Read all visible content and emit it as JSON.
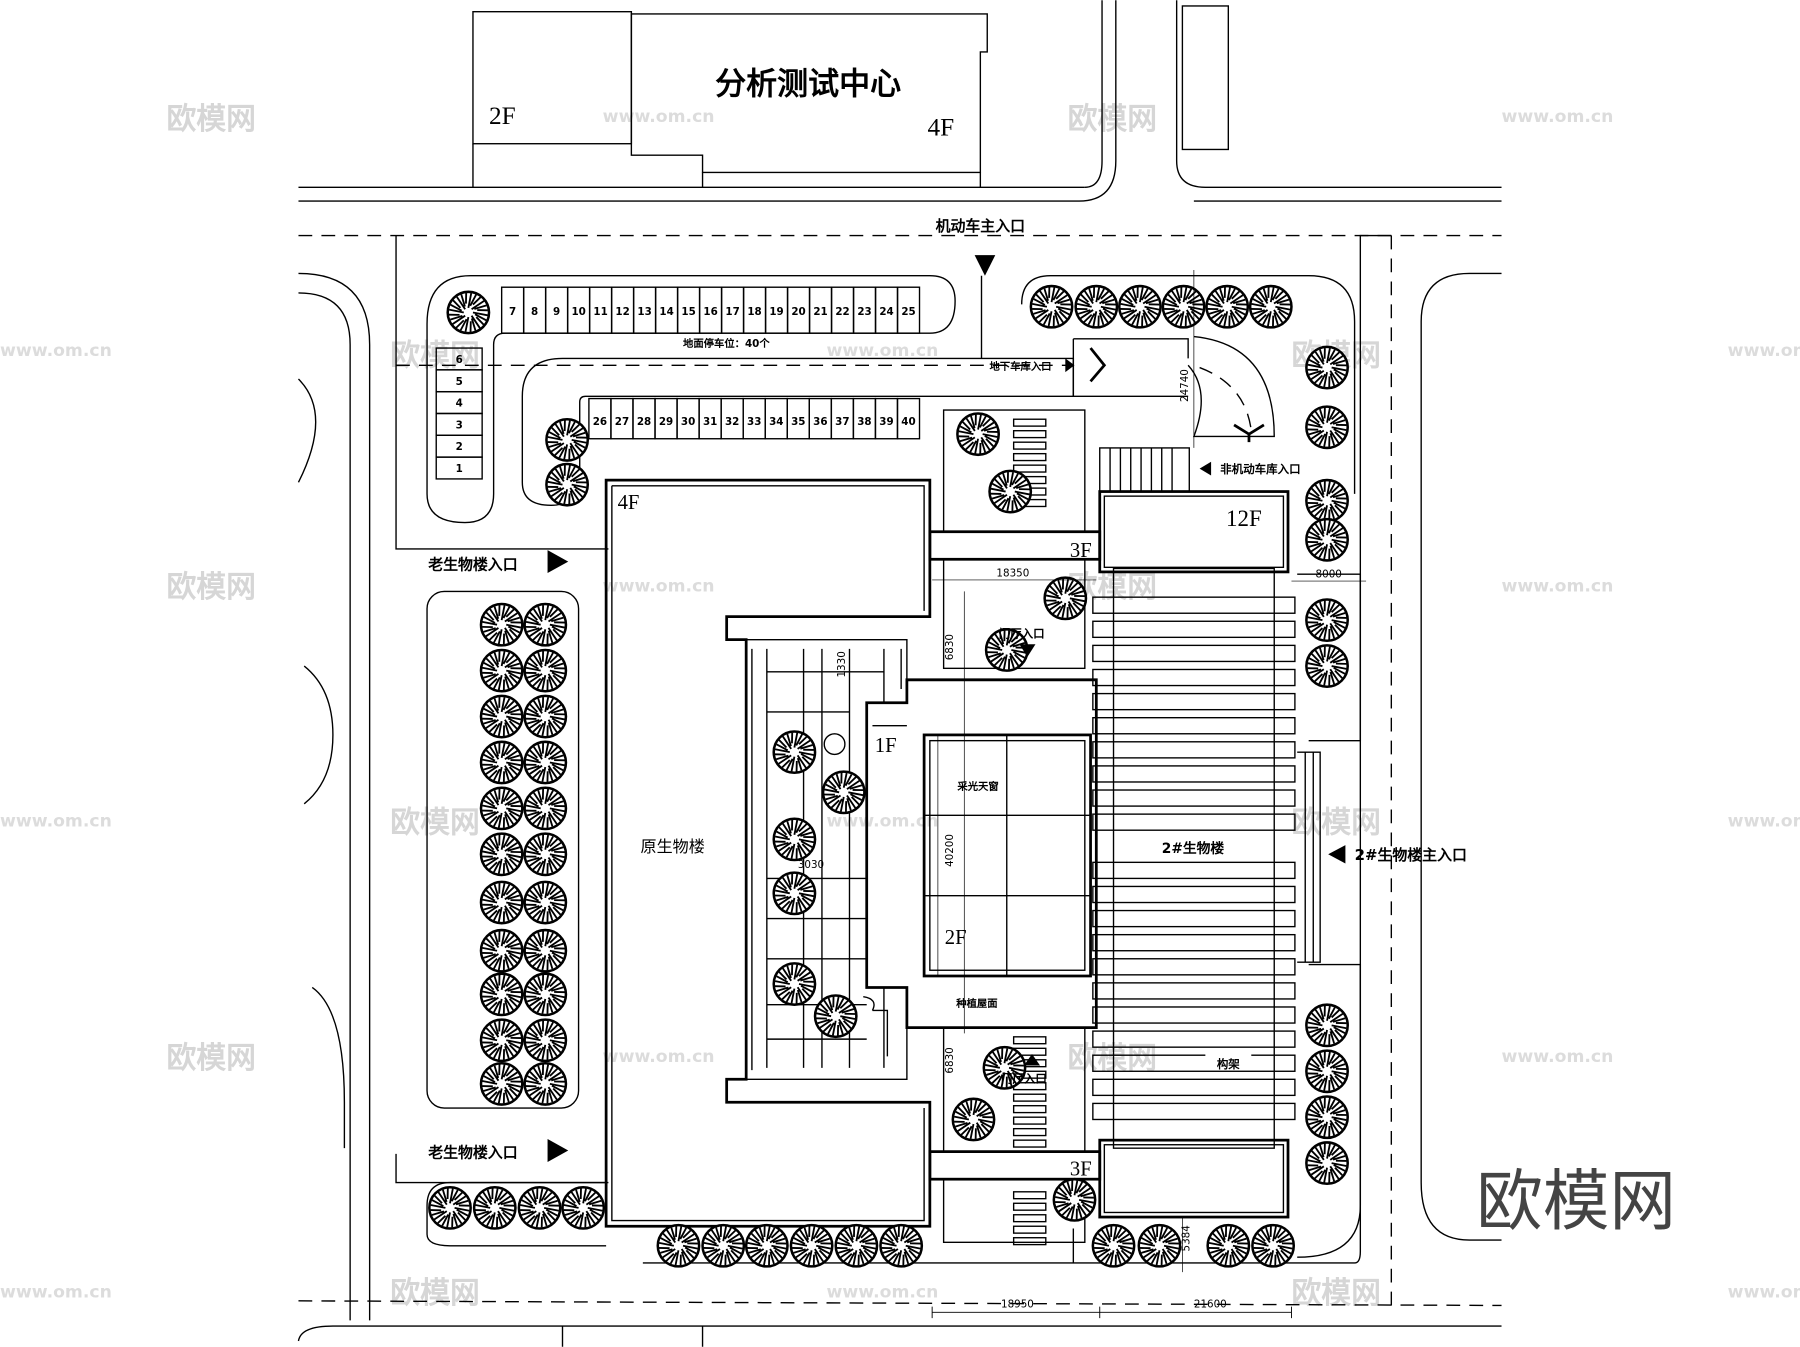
{
  "top_building": {
    "name": "分析测试中心",
    "floors_left": "2F",
    "floors_right": "4F"
  },
  "entrances": {
    "vehicle_main": "机动车主入口",
    "underground_garage": "地下车库入口",
    "bicycle_garage": "非机动车库入口",
    "old_bio_top": "老生物楼入口",
    "old_bio_bottom": "老生物楼入口",
    "bio2_main": "2#生物楼主入口",
    "lobby_top": "门厅入口",
    "lobby_bottom": "门厅入口"
  },
  "parking": {
    "label": "地面停车位：40个",
    "left_stalls": [
      "6",
      "5",
      "4",
      "3",
      "2",
      "1"
    ],
    "top_stalls": [
      "7",
      "8",
      "9",
      "10",
      "11",
      "12",
      "13",
      "14",
      "15",
      "16",
      "17",
      "18",
      "19",
      "20",
      "21",
      "22",
      "23",
      "24",
      "25"
    ],
    "lower_stalls": [
      "26",
      "27",
      "28",
      "29",
      "30",
      "31",
      "32",
      "33",
      "34",
      "35",
      "36",
      "37",
      "38",
      "39",
      "40"
    ]
  },
  "buildings": {
    "old_bio": {
      "name": "原生物楼",
      "floors": "4F"
    },
    "bio2": {
      "name": "2#生物楼",
      "floors_tower": "12F"
    },
    "podium": {
      "floors_low": "1F",
      "floors_high": "2F",
      "skylight": "采光天窗",
      "roof": "种植屋面"
    },
    "bridge_top": "3F",
    "bridge_bottom": "3F",
    "pergola": "构架"
  },
  "dimensions": {
    "d24740": "24740",
    "d18350": "18350",
    "d8000": "8000",
    "d6830a": "6830",
    "d6830b": "6830",
    "d1330": "1330",
    "d3030": "3030",
    "d40200": "40200",
    "d5384": "5384",
    "d18950": "18950",
    "d21600": "21600"
  },
  "watermark": {
    "brand": "欧模网",
    "url": "www.om.cn"
  }
}
